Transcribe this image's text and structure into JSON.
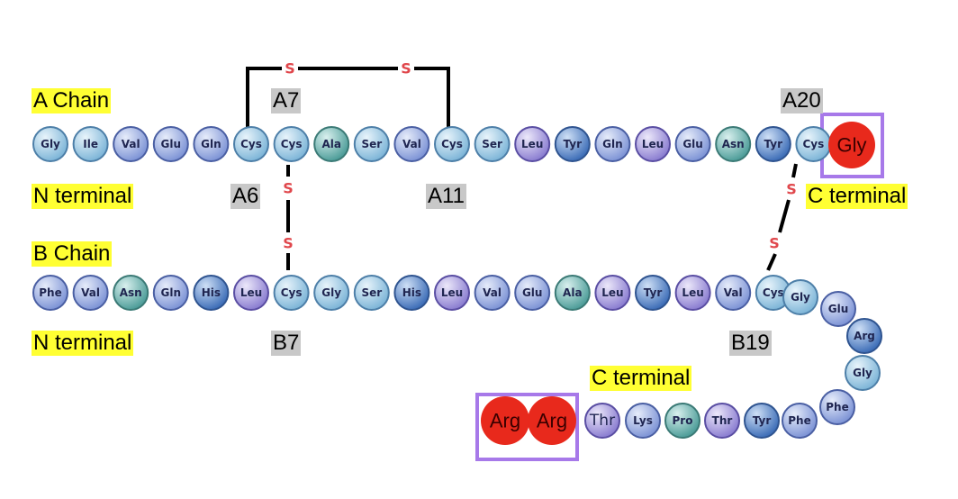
{
  "labels": {
    "a_chain": "A Chain",
    "b_chain": "B Chain",
    "n_terminal": "N terminal",
    "c_terminal": "C terminal",
    "a7": "A7",
    "a6": "A6",
    "a11": "A11",
    "a20": "A20",
    "b7": "B7",
    "b19": "B19"
  },
  "disulfide_symbol": "S",
  "colors": {
    "highlight_label": "#ffff33",
    "position_label": "#c8c8c8",
    "bond_sulfur": "#e0474c",
    "modified_residue": "#e8291c",
    "modified_box": "#a779e9",
    "bond_line": "#000000"
  },
  "a_chain": [
    "Gly",
    "Ile",
    "Val",
    "Glu",
    "Gln",
    "Cys",
    "Cys",
    "Ala",
    "Ser",
    "Val",
    "Cys",
    "Ser",
    "Leu",
    "Tyr",
    "Gln",
    "Leu",
    "Glu",
    "Asn",
    "Tyr",
    "Cys"
  ],
  "a_chain_modified": "Gly",
  "b_chain": [
    "Phe",
    "Val",
    "Asn",
    "Gln",
    "His",
    "Leu",
    "Cys",
    "Gly",
    "Ser",
    "His",
    "Leu",
    "Val",
    "Glu",
    "Ala",
    "Leu",
    "Tyr",
    "Leu",
    "Val",
    "Cys"
  ],
  "b_chain_tail": [
    "Gly",
    "Glu",
    "Arg",
    "Gly",
    "Phe",
    "Phe",
    "Tyr",
    "Thr",
    "Pro",
    "Lys",
    "Thr"
  ],
  "b_chain_modified": [
    "Arg",
    "Arg"
  ]
}
